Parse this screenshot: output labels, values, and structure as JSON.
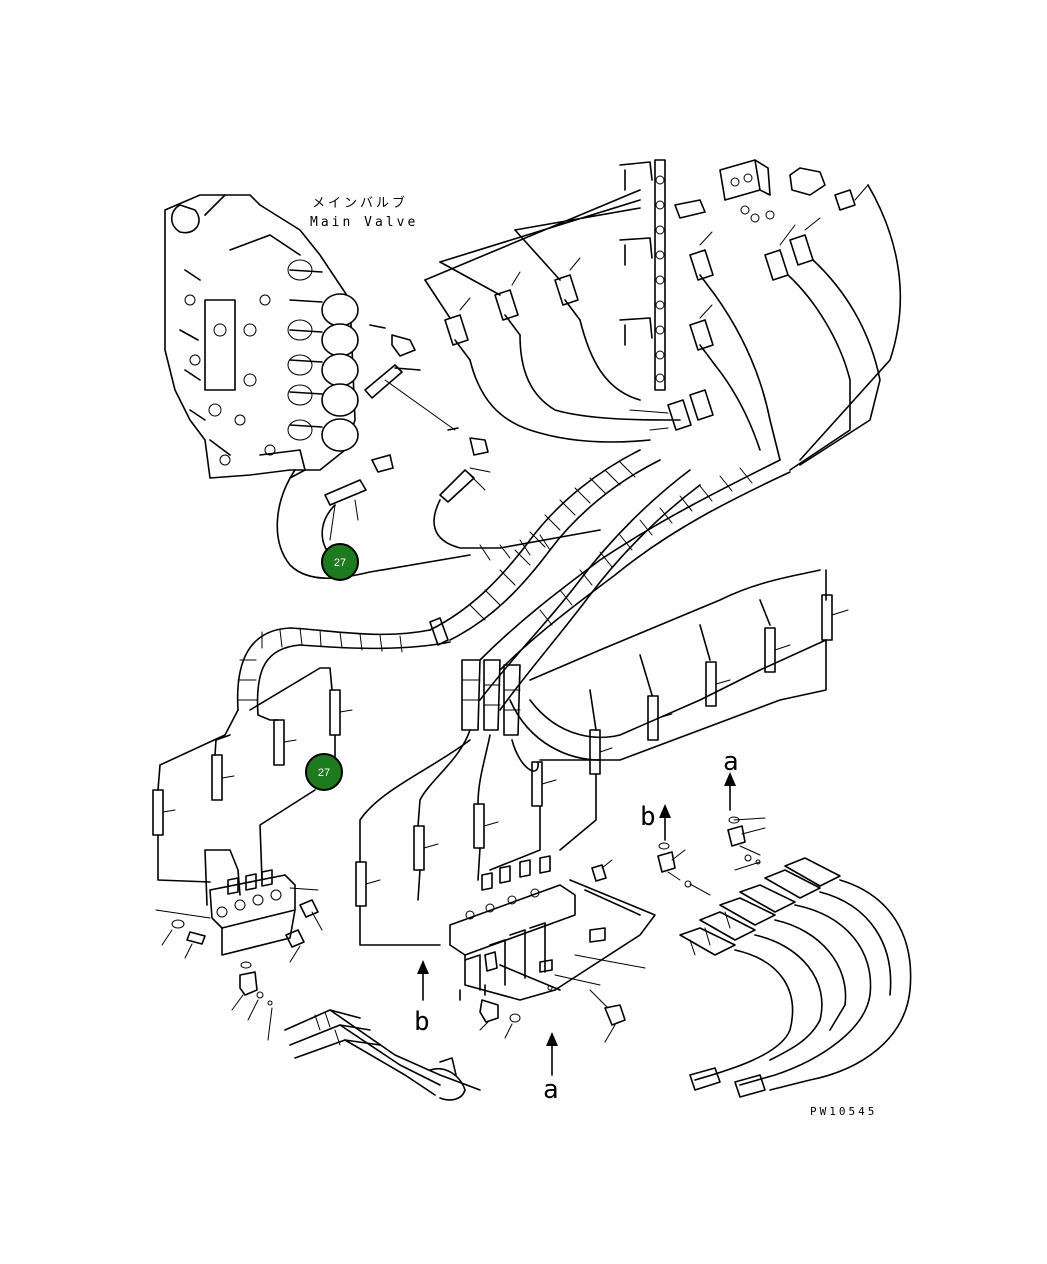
{
  "labels": {
    "main_valve_jp": "メインバルブ",
    "main_valve_en": "Main Valve",
    "drawing_code": "PW10545",
    "view_a": "a",
    "view_b": "b"
  },
  "callouts": [
    {
      "id": "callout-1",
      "number": "27"
    },
    {
      "id": "callout-2",
      "number": "27"
    }
  ],
  "colors": {
    "callout_fill": "#1e7a1e",
    "callout_stroke": "#000000",
    "line": "#000000",
    "background": "#ffffff"
  }
}
